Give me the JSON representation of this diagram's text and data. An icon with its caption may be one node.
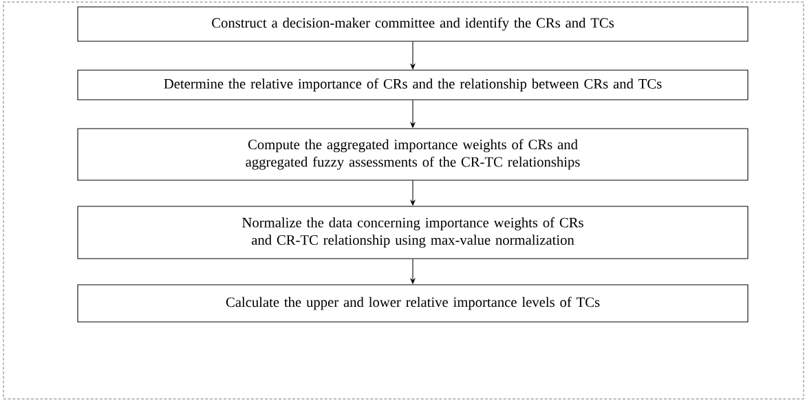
{
  "diagram": {
    "nodes": [
      {
        "text": [],
        "shape": "box"
      },
      {
        "text": [
          "Construct a decision-maker committee and identify the CRs and TCs"
        ],
        "in": 0
      },
      {
        "text": [
          "Determine the relative importance of CRs and the relationship between CRs and TCs"
        ],
        "in": 0
      },
      {
        "text": [
          "Compute the aggregated importance weights of CRs and aggregated fuzzy assessments of the CR-TC relationships"
        ],
        "in": 0
      },
      {
        "text": [
          "Normalize the data concerning importance weights of CRs and CR-TC relationship using max-value normalization"
        ],
        "in": 0
      },
      {
        "text": [
          "Calculate the upper and lower relative importance levels of TCs"
        ],
        "in": 0
      }
    ],
    "edges": [
      {
        "from": 1,
        "to": 2,
        "arrow": "to"
      },
      {
        "from": 2,
        "to": 3,
        "arrow": "to"
      },
      {
        "from": 3,
        "to": 4,
        "arrow": "to"
      },
      {
        "from": 4,
        "to": 5,
        "arrow": "to"
      }
    ]
  }
}
